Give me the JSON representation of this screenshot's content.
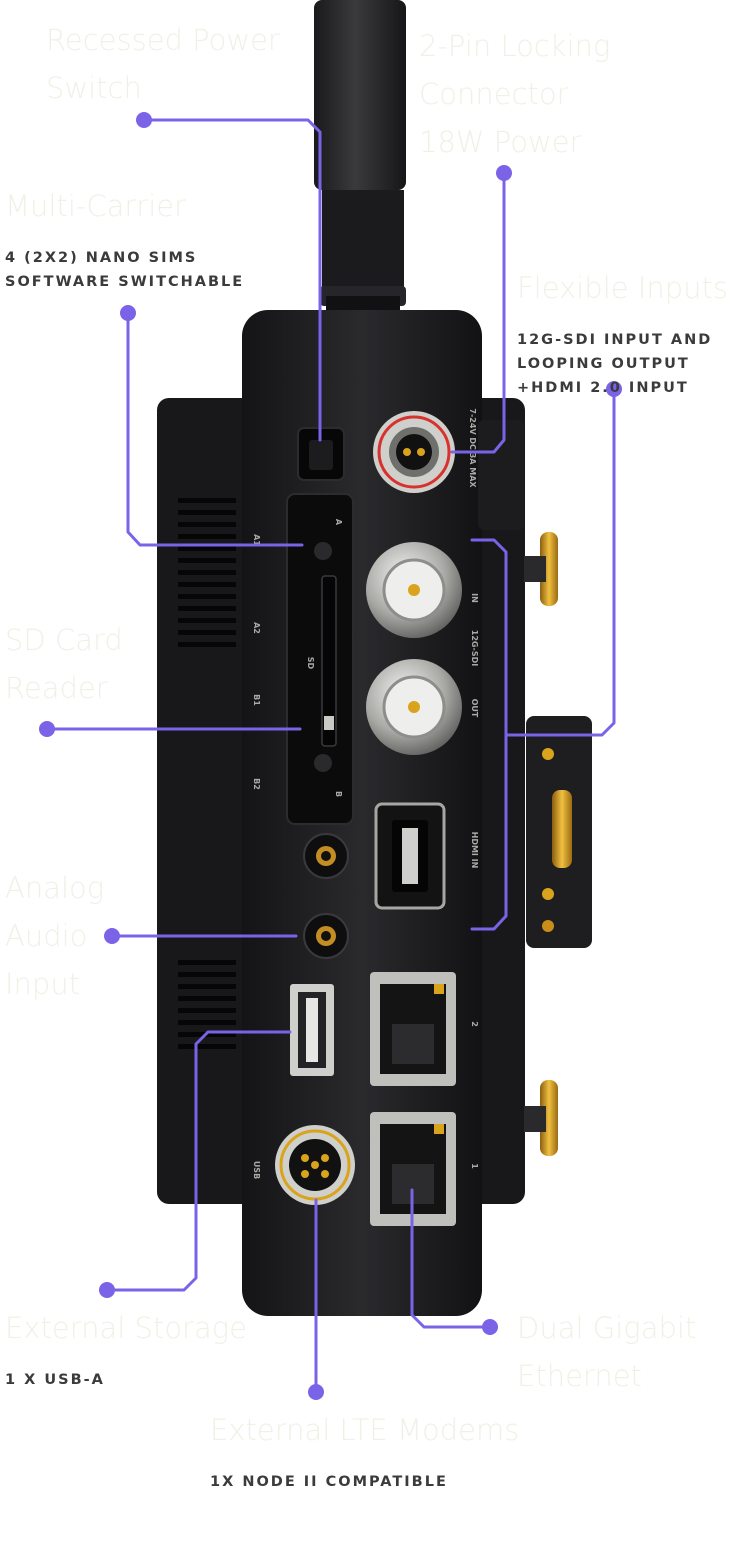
{
  "colors": {
    "callout": "#7b63e8",
    "title": "#f1f0e7",
    "subtitle": "#3b3b3b",
    "body": "#1b1b1d",
    "accent_gold": "#d9a41c",
    "accent_red": "#d8322e"
  },
  "device": {
    "label_sd": "SD",
    "label_12g": "12G-SDI",
    "label_in": "IN",
    "label_out": "OUT",
    "label_hdmi": "HDMI IN",
    "label_usb": "USB",
    "label_power": "7-24V DC 3A MAX",
    "slot_a": "A",
    "slot_b": "B",
    "sim_a1": "A1",
    "sim_a2": "A2",
    "sim_b1": "B1",
    "sim_b2": "B2",
    "eth_1": "1",
    "eth_2": "2"
  },
  "callouts": {
    "power_switch": {
      "title_line1": "Recessed Power",
      "title_line2": "Switch"
    },
    "locking_connector": {
      "title_line1": "2-Pin Locking",
      "title_line2": "Connector",
      "title_line3": "18W Power"
    },
    "multi_carrier": {
      "title": "Multi-Carrier",
      "sub_line1": "4 (2X2) NANO SIMS",
      "sub_line2": "SOFTWARE SWITCHABLE"
    },
    "flexible_inputs": {
      "title": "Flexible Inputs",
      "sub_line1": "12G-SDI INPUT AND",
      "sub_line2": "LOOPING OUTPUT",
      "sub_line3": "+HDMI 2.0 INPUT"
    },
    "sd_reader": {
      "title_line1": "SD Card",
      "title_line2": "Reader"
    },
    "analog_audio": {
      "title_line1": "Analog",
      "title_line2": "Audio",
      "title_line3": "Input"
    },
    "external_storage": {
      "title": "External Storage",
      "sub": "1 X USB-A"
    },
    "dual_ethernet": {
      "title_line1": "Dual Gigabit",
      "title_line2": "Ethernet"
    },
    "lte_modems": {
      "title": "External LTE Modems",
      "sub": "1X NODE II COMPATIBLE"
    }
  }
}
